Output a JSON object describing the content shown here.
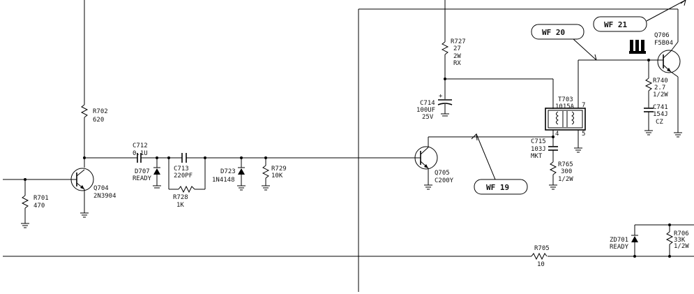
{
  "labels": {
    "r702_ref": "R702",
    "r702_val": "620",
    "r701_ref": "R701",
    "r701_val": "470",
    "q704_ref": "Q704",
    "q704_val": "2N3904",
    "c712_ref": "C712",
    "c712_val": "0.1U",
    "d707_ref": "D707",
    "d707_val": "READY",
    "c713_ref": "C713",
    "c713_val": "220PF",
    "r728_ref": "R728",
    "r728_val": "1K",
    "d723_ref": "D723",
    "d723_val": "1N4148",
    "r729_ref": "R729",
    "r729_val": "10K",
    "r727_ref": "R727",
    "r727_val": "27",
    "r727_w": "2W",
    "r727_type": "RX",
    "c714_ref": "C714",
    "c714_val": "100UF",
    "c714_v": "25V",
    "t703_ref": "T703",
    "t703_val": "1015A",
    "pin7": "7",
    "pin4": "4",
    "pin5": "5",
    "c715_ref": "C715",
    "c715_val": "103J",
    "c715_type": "MKT",
    "r765_ref": "R765",
    "r765_val": "300",
    "r765_w": "1/2W",
    "q705_ref": "Q705",
    "q705_val": "C200Y",
    "q706_ref": "Q706",
    "q706_val": "F5B04",
    "r740_ref": "R740",
    "r740_val": "2.7",
    "r740_w": "1/2W",
    "c741_ref": "C741",
    "c741_val": "154J",
    "c741_type": "CZ",
    "zd701_ref": "ZD701",
    "zd701_val": "READY",
    "r706_ref": "R706",
    "r706_val": "33K",
    "r706_w": "1/2W",
    "r705_ref": "R705",
    "r705_val": "10"
  },
  "waveforms": {
    "wf19": "WF  19",
    "wf20": "WF  20",
    "wf21": "WF  21"
  }
}
